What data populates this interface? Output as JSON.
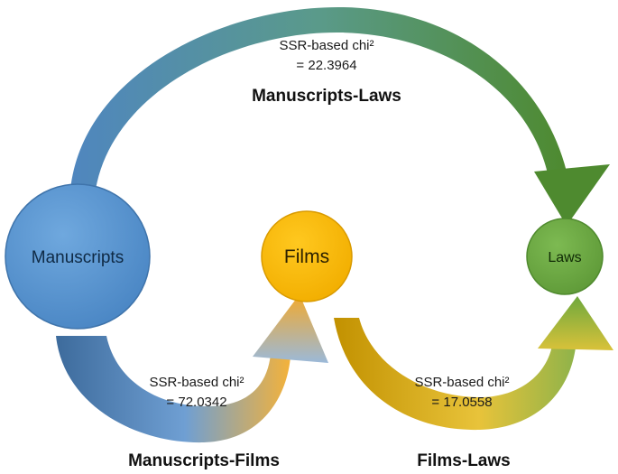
{
  "nodes": {
    "manuscripts": {
      "label": "Manuscripts"
    },
    "films": {
      "label": "Films"
    },
    "laws": {
      "label": "Laws"
    }
  },
  "links": {
    "manuscripts_laws": {
      "title": "Manuscripts-Laws",
      "stat_label": "SSR-based chi²",
      "stat_value": "= 22.3964"
    },
    "manuscripts_films": {
      "title": "Manuscripts-Films",
      "stat_label": "SSR-based chi²",
      "stat_value": "= 72.0342"
    },
    "films_laws": {
      "title": "Films-Laws",
      "stat_label": "SSR-based chi²",
      "stat_value": "= 17.0558"
    }
  },
  "colors": {
    "manuscripts_node": "#5b9bd5",
    "films_node": "#ffc000",
    "laws_node": "#70ad47",
    "arrow_blue": "#4a7fb5",
    "arrow_green": "#4f8a2e",
    "arrow_gold": "#c99a00"
  }
}
